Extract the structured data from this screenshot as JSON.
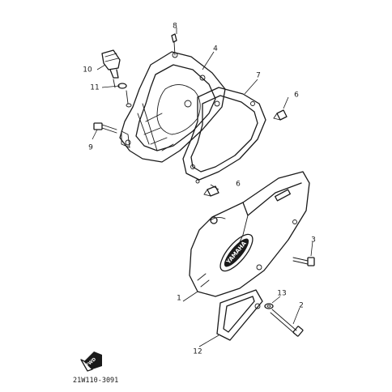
{
  "callouts": [
    {
      "id": "1",
      "label": "1"
    },
    {
      "id": "2",
      "label": "2"
    },
    {
      "id": "3",
      "label": "3"
    },
    {
      "id": "4",
      "label": "4"
    },
    {
      "id": "6a",
      "label": "6"
    },
    {
      "id": "6b",
      "label": "6"
    },
    {
      "id": "7",
      "label": "7"
    },
    {
      "id": "8",
      "label": "8"
    },
    {
      "id": "9",
      "label": "9"
    },
    {
      "id": "10",
      "label": "10"
    },
    {
      "id": "11",
      "label": "11"
    },
    {
      "id": "12",
      "label": "12"
    },
    {
      "id": "13",
      "label": "13"
    }
  ],
  "brand_text": "YAMAHA",
  "direction_badge": "FWD",
  "diagram_code": "21W110-3091",
  "colors": {
    "line": "#1a1a1a",
    "background": "#ffffff"
  }
}
